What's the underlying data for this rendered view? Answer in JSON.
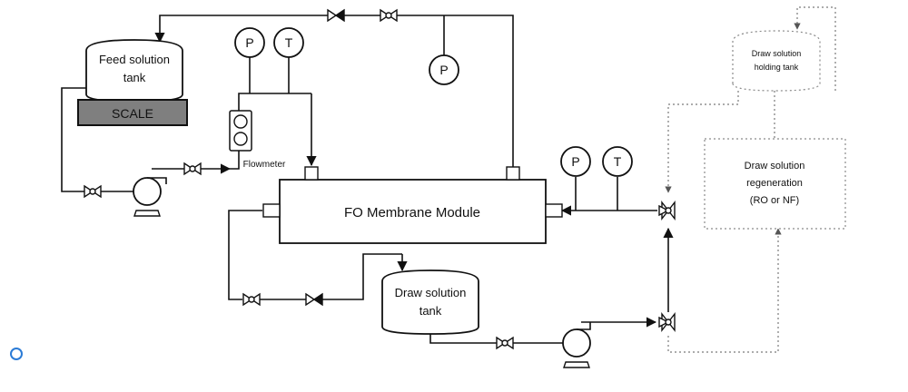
{
  "equipment": {
    "feed_tank": [
      "Feed solution",
      "tank"
    ],
    "scale": "SCALE",
    "flowmeter": "Flowmeter",
    "membrane_module": "FO Membrane Module",
    "draw_tank": [
      "Draw solution",
      "tank"
    ],
    "holding_tank": [
      "Draw solution",
      "holding tank"
    ],
    "regeneration": [
      "Draw solution",
      "regeneration",
      "(RO or NF)"
    ]
  },
  "gauges": {
    "pressure": "P",
    "temperature": "T"
  },
  "icons": {
    "status_indicator": "circle-outline-icon"
  },
  "colors": {
    "line": "#111111",
    "dashed_line": "#7a7a7a",
    "scale_fill": "#7f7f7f",
    "indicator": "#2b7bd6"
  }
}
